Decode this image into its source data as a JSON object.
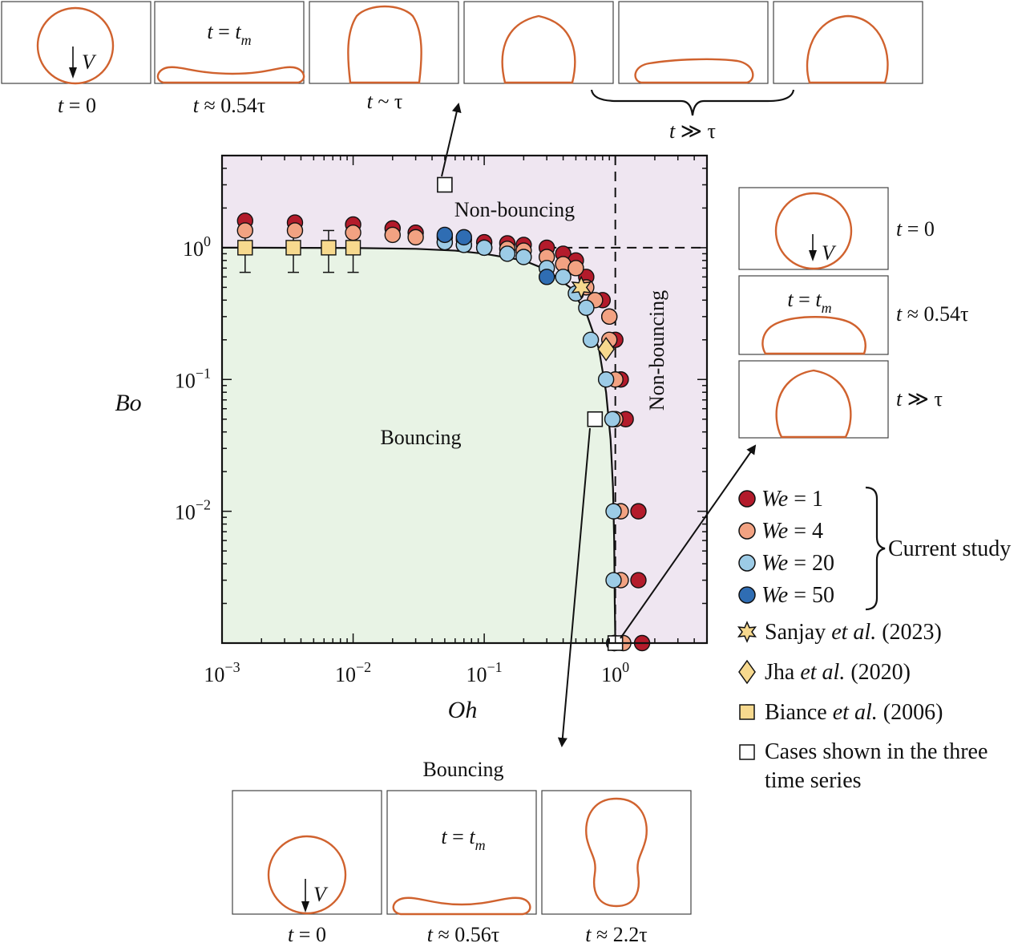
{
  "colors": {
    "bouncing_region": "#e8f3e5",
    "nonbouncing_region": "#efe6f1",
    "we1": "#b31b2b",
    "we4": "#f2a282",
    "we20": "#9ccbe6",
    "we50": "#2f6db3",
    "literature": "#f7d98e",
    "drop_outline": "#d0622e"
  },
  "regions": {
    "bouncing": "Bouncing",
    "nonbouncing_top": "Non-bouncing",
    "nonbouncing_right": "Non-bouncing"
  },
  "top_series": {
    "panels": [
      {
        "label_var": "t",
        "label_rest": " = 0",
        "inner_label": "V"
      },
      {
        "label_var": "t",
        "label_rest": " ≈ 0.54τ",
        "inner_var": "t",
        "inner_eq": " = ",
        "inner_sub_var": "t",
        "inner_sub": "m"
      },
      {
        "label_var": "t",
        "label_rest": " ~ τ"
      },
      {
        "label_var": "",
        "label_rest": ""
      },
      {
        "label_var": "",
        "label_rest": ""
      },
      {
        "label_var": "",
        "label_rest": ""
      }
    ],
    "brace_label_var": "t",
    "brace_label_rest": " ≫ τ"
  },
  "right_series": {
    "labels": [
      {
        "var": "t",
        "rest": " = 0"
      },
      {
        "var": "t",
        "rest": " ≈ 0.54τ"
      },
      {
        "var": "t",
        "rest": " ≫ τ"
      }
    ],
    "inner_v": "V",
    "inner_t_var": "t",
    "inner_t_eq": " = ",
    "inner_t_sub": "m"
  },
  "bottom_series": {
    "title": "Bouncing",
    "labels": [
      {
        "var": "t",
        "rest": " = 0"
      },
      {
        "var": "t",
        "rest": " ≈ 0.56τ"
      },
      {
        "var": "t",
        "rest": " ≈ 2.2τ"
      }
    ],
    "inner_v": "V",
    "inner_t_var": "t",
    "inner_t_eq": " = ",
    "inner_t_sub": "m"
  },
  "legend": {
    "we_items": [
      {
        "var": "We",
        "rest": " = 1",
        "color_key": "we1"
      },
      {
        "var": "We",
        "rest": " = 4",
        "color_key": "we4"
      },
      {
        "var": "We",
        "rest": " = 20",
        "color_key": "we20"
      },
      {
        "var": "We",
        "rest": " = 50",
        "color_key": "we50"
      }
    ],
    "group_label": "Current study",
    "sanjay": {
      "pre": "Sanjay ",
      "it": "et al.",
      "post": " (2023)"
    },
    "jha": {
      "pre": "Jha ",
      "it": "et al.",
      "post": " (2020)"
    },
    "biance": {
      "pre": "Biance ",
      "it": "et al.",
      "post": " (2006)"
    },
    "cases_line1": "Cases shown in the three",
    "cases_line2": "time series"
  },
  "chart_data": {
    "type": "scatter",
    "xlabel": "Oh",
    "ylabel": "Bo",
    "xscale": "log",
    "yscale": "log",
    "xlim": [
      0.001,
      5
    ],
    "ylim": [
      0.001,
      5
    ],
    "x_ticks": [
      {
        "base": "10",
        "exp": "−3"
      },
      {
        "base": "10",
        "exp": "−2"
      },
      {
        "base": "10",
        "exp": "−1"
      },
      {
        "base": "10",
        "exp": "0"
      }
    ],
    "y_ticks": [
      {
        "base": "10",
        "exp": "−2"
      },
      {
        "base": "10",
        "exp": "−1"
      },
      {
        "base": "10",
        "exp": "0"
      }
    ],
    "threshold_curve": [
      [
        0.0015,
        1.0
      ],
      [
        0.01,
        0.995
      ],
      [
        0.03,
        0.98
      ],
      [
        0.06,
        0.95
      ],
      [
        0.1,
        0.9
      ],
      [
        0.2,
        0.8
      ],
      [
        0.3,
        0.68
      ],
      [
        0.45,
        0.5
      ],
      [
        0.6,
        0.32
      ],
      [
        0.75,
        0.17
      ],
      [
        0.85,
        0.08
      ],
      [
        0.92,
        0.035
      ],
      [
        0.96,
        0.015
      ],
      [
        0.98,
        0.006
      ],
      [
        0.99,
        0.002
      ],
      [
        1.0,
        0.001
      ]
    ],
    "dashed_lines": {
      "x": 1.0,
      "y": 1.0
    },
    "series": [
      {
        "name": "We = 1",
        "color_key": "we1",
        "points": [
          [
            0.0015,
            1.6
          ],
          [
            0.0036,
            1.55
          ],
          [
            0.01,
            1.5
          ],
          [
            0.02,
            1.4
          ],
          [
            0.03,
            1.3
          ],
          [
            0.05,
            1.2
          ],
          [
            0.07,
            1.15
          ],
          [
            0.1,
            1.1
          ],
          [
            0.15,
            1.08
          ],
          [
            0.2,
            1.05
          ],
          [
            0.3,
            1.0
          ],
          [
            0.4,
            0.9
          ],
          [
            0.5,
            0.8
          ],
          [
            0.6,
            0.6
          ],
          [
            0.8,
            0.4
          ],
          [
            0.9,
            0.3
          ],
          [
            1.0,
            0.2
          ],
          [
            1.1,
            0.1
          ],
          [
            1.2,
            0.05
          ],
          [
            1.5,
            0.01
          ],
          [
            1.5,
            0.003
          ],
          [
            1.6,
            0.001
          ]
        ]
      },
      {
        "name": "We = 4",
        "color_key": "we4",
        "points": [
          [
            0.0015,
            1.35
          ],
          [
            0.0036,
            1.35
          ],
          [
            0.01,
            1.3
          ],
          [
            0.02,
            1.25
          ],
          [
            0.03,
            1.2
          ],
          [
            0.05,
            1.1
          ],
          [
            0.07,
            1.05
          ],
          [
            0.1,
            1.0
          ],
          [
            0.15,
            0.98
          ],
          [
            0.2,
            0.95
          ],
          [
            0.3,
            0.85
          ],
          [
            0.4,
            0.75
          ],
          [
            0.5,
            0.7
          ],
          [
            0.6,
            0.5
          ],
          [
            0.7,
            0.4
          ],
          [
            0.9,
            0.3
          ],
          [
            0.9,
            0.2
          ],
          [
            1.0,
            0.1
          ],
          [
            1.0,
            0.05
          ],
          [
            1.1,
            0.01
          ],
          [
            1.1,
            0.003
          ],
          [
            1.15,
            0.001
          ]
        ]
      },
      {
        "name": "We = 20",
        "color_key": "we20",
        "points": [
          [
            0.05,
            1.1
          ],
          [
            0.07,
            1.05
          ],
          [
            0.1,
            1.0
          ],
          [
            0.15,
            0.9
          ],
          [
            0.2,
            0.85
          ],
          [
            0.3,
            0.7
          ],
          [
            0.4,
            0.6
          ],
          [
            0.5,
            0.45
          ],
          [
            0.6,
            0.35
          ],
          [
            0.65,
            0.2
          ],
          [
            0.85,
            0.1
          ],
          [
            0.95,
            0.05
          ],
          [
            0.97,
            0.01
          ],
          [
            0.97,
            0.003
          ],
          [
            0.98,
            0.001
          ]
        ]
      },
      {
        "name": "We = 50",
        "color_key": "we50",
        "points": [
          [
            0.05,
            1.25
          ],
          [
            0.07,
            1.2
          ],
          [
            0.3,
            0.6
          ],
          [
            0.98,
            0.001
          ]
        ]
      }
    ],
    "literature": {
      "sanjay": {
        "points": [
          [
            0.55,
            0.5
          ]
        ]
      },
      "jha": {
        "points": [
          [
            0.85,
            0.17
          ]
        ]
      },
      "biance": {
        "points": [
          [
            0.0015,
            1.0
          ],
          [
            0.0035,
            1.0
          ],
          [
            0.0065,
            1.0
          ],
          [
            0.01,
            1.0
          ]
        ],
        "errors": [
          [
            0.35,
            0.35
          ],
          [
            0.35,
            0.35
          ],
          [
            0.35,
            0.35
          ],
          [
            0.35,
            0.35
          ]
        ]
      }
    },
    "cases": [
      [
        0.05,
        3.0
      ],
      [
        0.7,
        0.05
      ],
      [
        1.0,
        0.001
      ]
    ]
  }
}
